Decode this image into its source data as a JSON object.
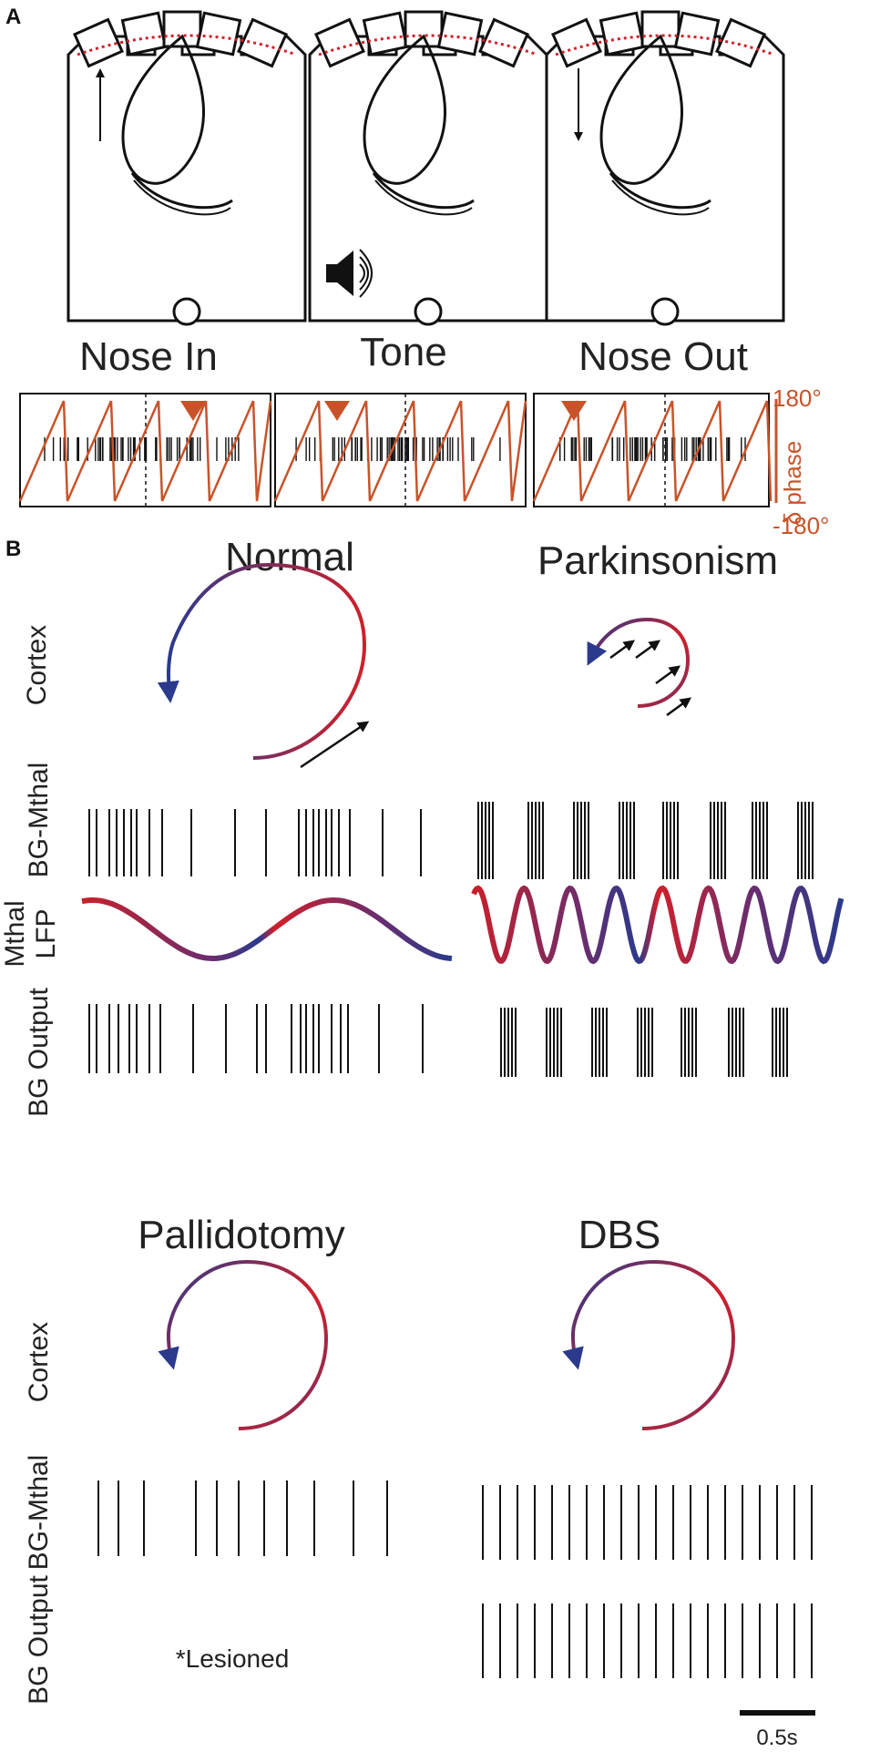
{
  "panel_a": {
    "letter": "A",
    "conditions": [
      "Nose In",
      "Tone",
      "Nose Out"
    ],
    "phase_axis": {
      "top": "180°",
      "label": "δ phase",
      "bottom": "-180°"
    },
    "icons": [
      "up-arrow-icon",
      "speaker-icon",
      "down-arrow-icon",
      "rat-icon"
    ]
  },
  "panel_b": {
    "letter": "B",
    "top": {
      "titles": [
        "Normal",
        "Parkinsonism"
      ],
      "row_labels": {
        "cortex": "Cortex",
        "bg_mthal": "BG-Mthal",
        "mthal_lfp_1": "Mthal",
        "mthal_lfp_2": "LFP",
        "bg_output": "BG Output"
      }
    },
    "bottom": {
      "titles": [
        "Pallidotomy",
        "DBS"
      ],
      "row_labels": {
        "cortex": "Cortex",
        "bg_mthal": "BG-Mthal",
        "bg_output": "BG Output"
      },
      "lesioned_note": "*Lesioned",
      "scale_bar": "0.5s"
    }
  },
  "colors": {
    "accent": "#c8532a",
    "blue": "#2b3a8c",
    "red": "#d0202a",
    "ink": "#111111"
  }
}
